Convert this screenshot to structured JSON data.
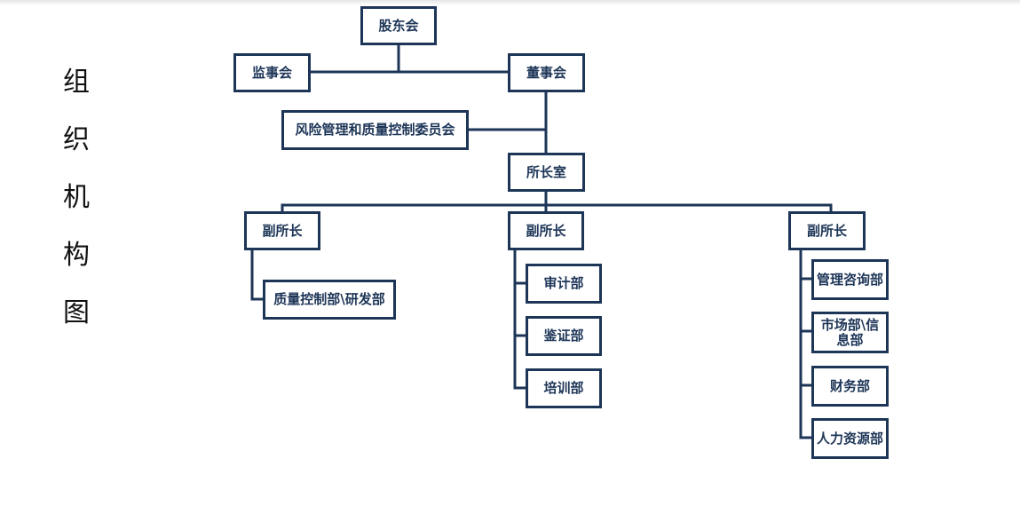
{
  "title_chars": [
    "组",
    "织",
    "机",
    "构",
    "图"
  ],
  "nodes": {
    "shareholders": "股东会",
    "supervisors": "监事会",
    "board": "董事会",
    "risk_committee": "风险管理和质量控制委员会",
    "director_office": "所长室",
    "deputy_left": "副所长",
    "deputy_mid": "副所长",
    "deputy_right": "副所长",
    "qc_rd": "质量控制部\\研发部",
    "audit": "审计部",
    "verification": "鉴证部",
    "training": "培训部",
    "consulting": "管理咨询部",
    "market_info": "市场部\\信息部",
    "finance": "财务部",
    "hr": "人力资源部"
  },
  "colors": {
    "box_border": "#1d3557",
    "text": "#1d3557"
  }
}
